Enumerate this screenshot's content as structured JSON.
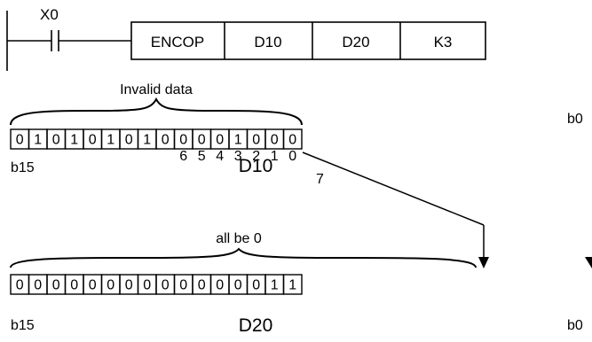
{
  "ladder": {
    "contact": "X0",
    "instruction": [
      "ENCOP",
      "D10",
      "D20",
      "K3"
    ]
  },
  "d10": {
    "name": "D10",
    "bracket_label": "Invalid data",
    "bits": [
      "0",
      "1",
      "0",
      "1",
      "0",
      "1",
      "0",
      "1",
      "0",
      "0",
      "0",
      "0",
      "1",
      "0",
      "0",
      "0"
    ],
    "bit_numbers": [
      "6",
      "5",
      "4",
      "3",
      "2",
      "1",
      "0"
    ],
    "extra_number": "7",
    "msb_label": "b15",
    "lsb_label": "b0"
  },
  "d20": {
    "name": "D20",
    "bracket_label": "all be 0",
    "bits": [
      "0",
      "0",
      "0",
      "0",
      "0",
      "0",
      "0",
      "0",
      "0",
      "0",
      "0",
      "0",
      "0",
      "0",
      "1",
      "1"
    ],
    "msb_label": "b15",
    "lsb_label": "b0"
  }
}
